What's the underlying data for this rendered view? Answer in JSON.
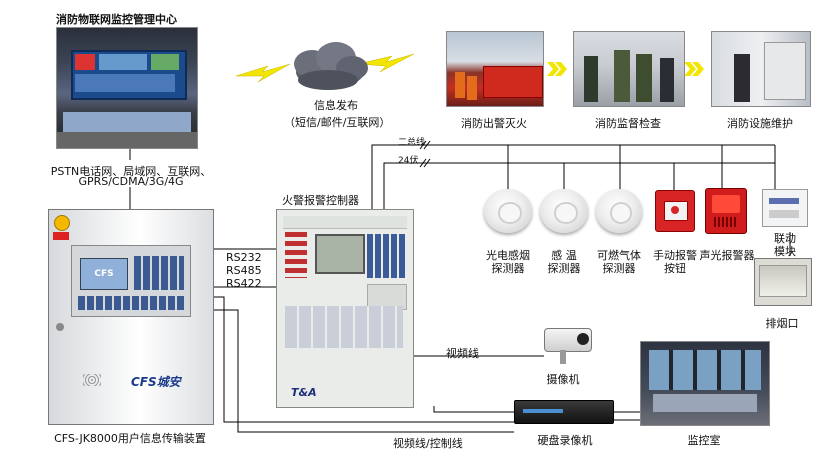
{
  "center": {
    "title": "消防物联网监控管理中心",
    "networks_line1": "PSTN电话网、局域网、互联网、",
    "networks_line2": "GPRS/CDMA/3G/4G"
  },
  "cloud": {
    "title": "信息发布",
    "subtitle": "（短信/邮件/互联网）"
  },
  "scenes": [
    {
      "label": "消防出警灭火"
    },
    {
      "label": "消防监督检查"
    },
    {
      "label": "消防设施维护"
    }
  ],
  "bus": {
    "two_wire": "二总线",
    "power": "24伏"
  },
  "controller": {
    "label": "火警报警控制器",
    "panel_brand": "T&A"
  },
  "transmitter": {
    "label": "CFS-JK8000用户信息传输装置",
    "screen_text": "CFS",
    "brand": "CFS城安"
  },
  "interfaces": [
    "RS232",
    "RS485",
    "RS422"
  ],
  "devices": [
    {
      "line1": "光电感烟",
      "line2": "探测器"
    },
    {
      "line1": "感 温",
      "line2": "探测器"
    },
    {
      "line1": "可燃气体",
      "line2": "探测器"
    },
    {
      "line1": "手动报警",
      "line2": "按钮"
    },
    {
      "line1": "声光报警器",
      "line2": ""
    },
    {
      "line1": "联动",
      "line2": "模块"
    }
  ],
  "smoke_vent": {
    "label": "排烟口"
  },
  "video": {
    "video_line": "视频线",
    "camera": "摄像机",
    "dvr": "硬盘录像机",
    "video_control_line": "视频线/控制线",
    "monitor_room": "监控室"
  },
  "colors": {
    "lightning": "#f2e600",
    "arrow": "#f2e600",
    "line": "#000000",
    "panel_bg": "#e9ece9"
  }
}
